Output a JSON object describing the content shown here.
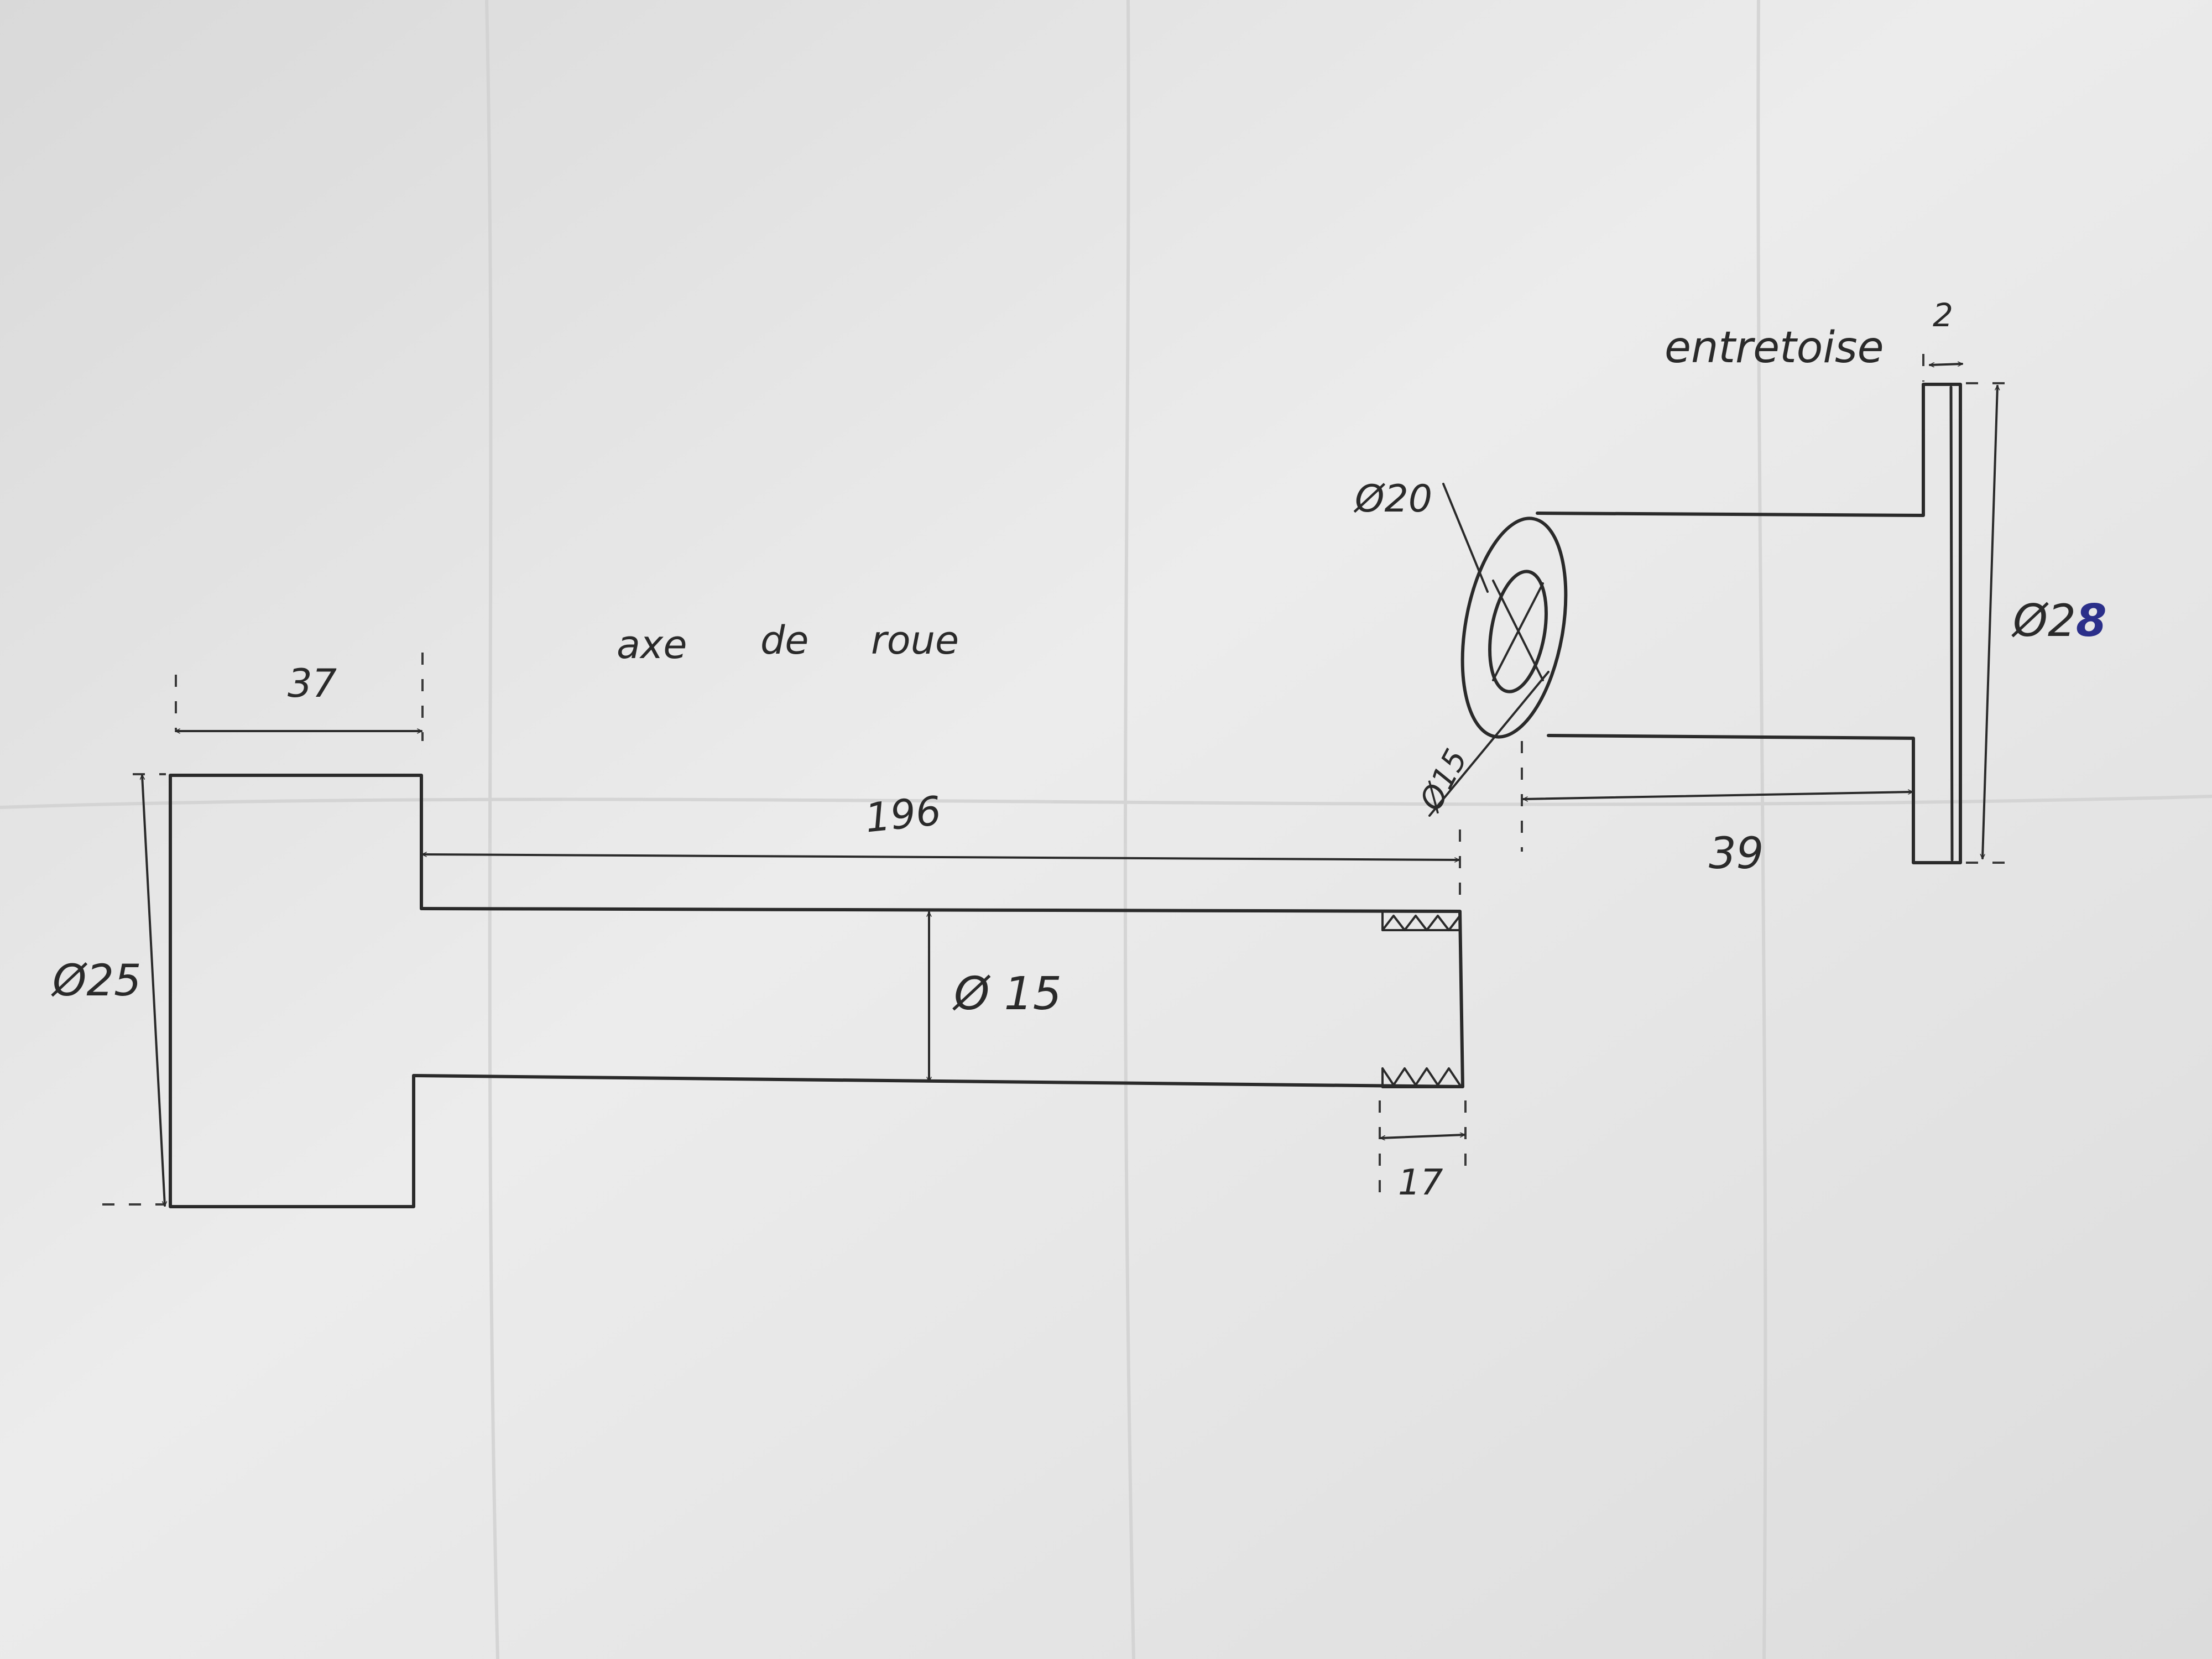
{
  "axle": {
    "title": [
      "axe",
      "de",
      "roue"
    ],
    "dims": {
      "head_length": "37",
      "shaft_length": "196",
      "head_diameter": "Ø25",
      "shaft_diameter": "Ø 15",
      "thread_length": "17"
    }
  },
  "spacer": {
    "title": "entretoise",
    "dims": {
      "flange_thickness": "2",
      "outer_diameter": "Ø20",
      "inner_diameter": "Ø15",
      "flange_diameter_prefix": "Ø2",
      "flange_diameter_suffix": "8",
      "length": "39"
    }
  },
  "colors": {
    "paper": "#e6e6e6",
    "pencil": "#2a2a2a",
    "blue_ink": "#2b2f8a"
  }
}
